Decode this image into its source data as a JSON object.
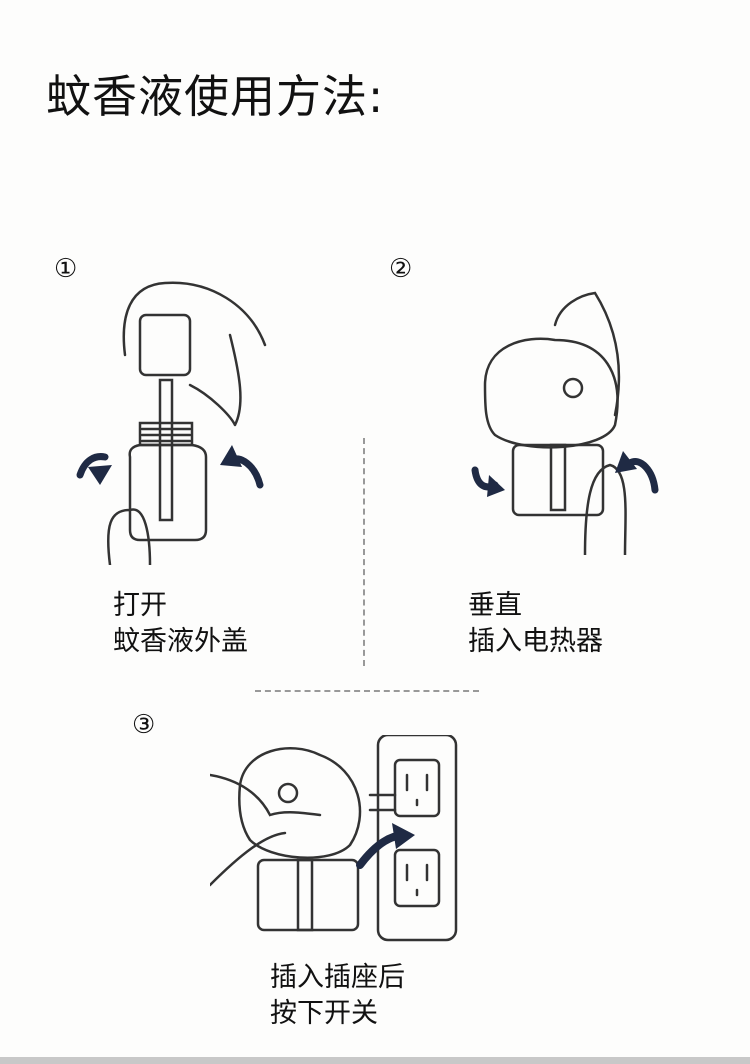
{
  "title": "蚊香液使用方法:",
  "steps": [
    {
      "number": "①",
      "line1": "打开",
      "line2": "蚊香液外盖"
    },
    {
      "number": "②",
      "line1": "垂直",
      "line2": "插入电热器"
    },
    {
      "number": "③",
      "line1": "插入插座后",
      "line2": "按下开关"
    }
  ],
  "colors": {
    "arrow": "#1f2a44",
    "line": "#333333"
  }
}
